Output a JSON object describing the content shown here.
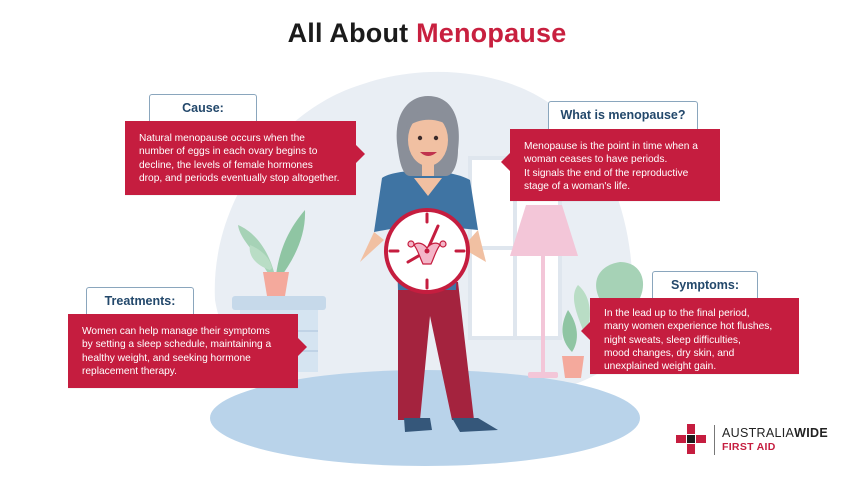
{
  "title": {
    "prefix": "All About ",
    "highlight": "Menopause"
  },
  "sections": {
    "cause": {
      "heading": "Cause:",
      "lines": [
        "Natural menopause occurs when the",
        "number of eggs in each ovary begins to",
        "decline, the levels of female hormones",
        "drop, and periods eventually stop altogether."
      ]
    },
    "what": {
      "heading": "What is menopause?",
      "lines": [
        "Menopause is the point in time when a",
        "woman ceases to have periods.",
        "It signals the end of the reproductive",
        "stage of a woman's life."
      ]
    },
    "treatments": {
      "heading": "Treatments:",
      "lines": [
        "Women can help manage their symptoms",
        "by setting a sleep schedule, maintaining a",
        "healthy weight, and seeking hormone",
        "replacement therapy."
      ]
    },
    "symptoms": {
      "heading": "Symptoms:",
      "lines": [
        "In the lead up to the final period,",
        "many women experience hot flushes,",
        "night sweats, sleep difficulties,",
        "mood changes, dry skin, and",
        "unexplained weight gain."
      ]
    }
  },
  "logo": {
    "word1": "AUSTRALIA",
    "word2": "WIDE",
    "sub": "FIRST AID"
  },
  "colors": {
    "accent": "#c51d3f",
    "navy": "#23486b",
    "backdrop": "#e9eef4",
    "floor": "#b9d3ea"
  },
  "icons": [
    "woman-illustration",
    "clock-icon",
    "uterus-icon",
    "plant-icon",
    "lamp-icon",
    "window-icon",
    "logo-cross-icon"
  ]
}
